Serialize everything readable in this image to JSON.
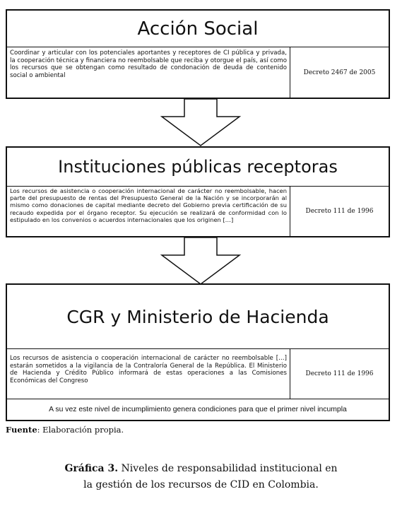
{
  "levels": [
    {
      "title": "Acción Social",
      "description": "Coordinar y articular con los potenciales aportantes y receptores de CI pública y privada, la cooperación técnica y financiera no reembolsable que reciba y otorgue el país, así como los recursos que se obtengan como resultado de condonación de deuda de contenido social o ambiental",
      "decree": "Decreto 2467 de 2005"
    },
    {
      "title": "Instituciones públicas receptoras",
      "description": "Los recursos de asistencia o cooperación internacional de carácter no reembolsable, hacen parte del presupuesto de rentas del Presupuesto General de la Nación y se incorporarán al mismo como donaciones de capital mediante decreto del Gobierno previa certificación de su recaudo expedida por el órgano receptor. Su ejecución se realizará de conformidad con lo estipulado en los convenios o acuerdos internacionales que los originen […]",
      "decree": "Decreto 111 de 1996"
    },
    {
      "title": "CGR y Ministerio de Hacienda",
      "description": "Los recursos de asistencia o cooperación internacional de carácter no reembolsable […] estarán sometidos a la vigilancia de la Contraloría General de la República. El Ministerio de Hacienda y Crédito Público informará de estas operaciones a las Comisiones Económicas del Congreso",
      "decree": "Decreto 111 de 1996",
      "note": "A su vez este nivel de incumplimiento genera condiciones para que el primer nivel incumpla"
    }
  ],
  "source": {
    "label": "Fuente",
    "text": ": Elaboración propia."
  },
  "caption": {
    "label": "Gráfica 3.",
    "line1": " Niveles de responsabilidad institucional en",
    "line2": "la gestión de los recursos de CID en Colombia."
  }
}
